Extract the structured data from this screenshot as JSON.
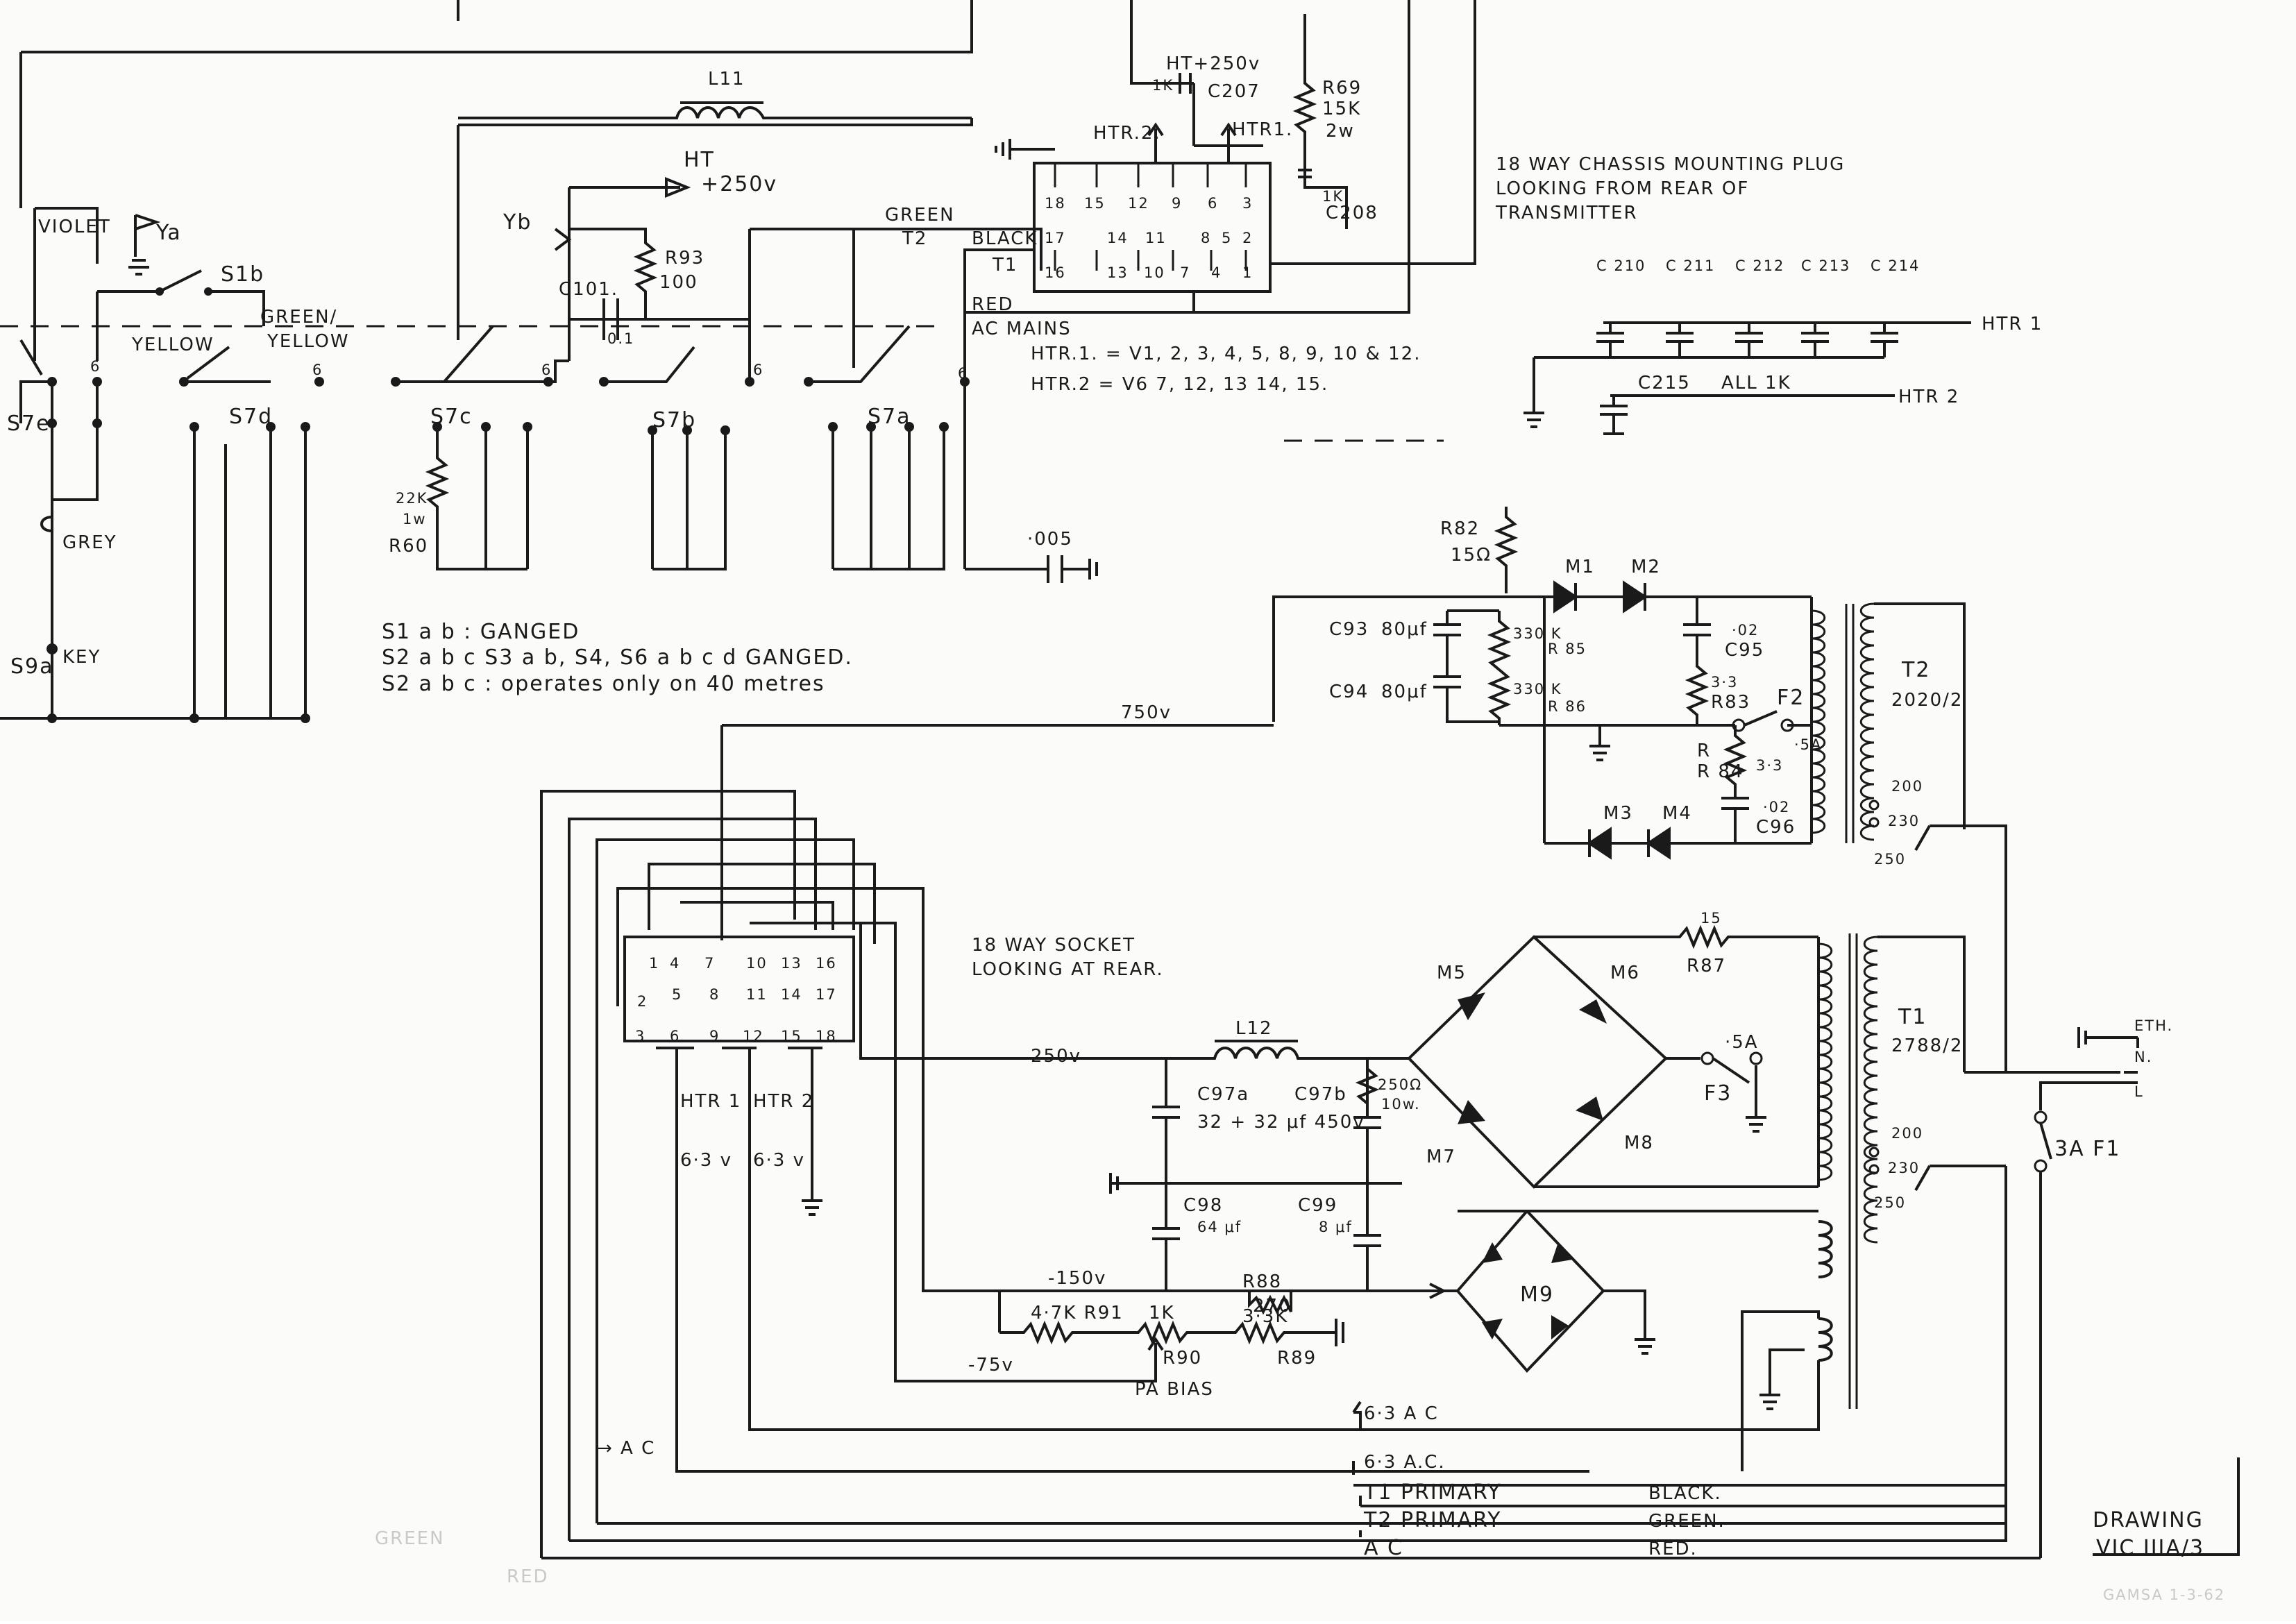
{
  "heater_plug": {
    "title_line1": "18 WAY CHASSIS MOUNTING PLUG",
    "title_line2": "LOOKING FROM REAR OF",
    "title_line3": "TRANSMITTER",
    "pins_top": [
      "18",
      "15",
      "12",
      "9",
      "6",
      "3"
    ],
    "pins_mid": [
      "17",
      "14",
      "11",
      "8",
      "5",
      "2"
    ],
    "pins_bot": [
      "16",
      "13",
      "10",
      "7",
      "4",
      "1"
    ],
    "ht_label": "HT+250v",
    "htr2_label": "HTR.2.",
    "htr1_label": "HTR1.",
    "r69_label": "R69",
    "r69_value": "15K",
    "r69_power": "2w",
    "c207_label": "C207",
    "c207_value": "1K",
    "c208_label": "C208",
    "c208_value": "1K",
    "green": "GREEN",
    "t2": "T2",
    "black": "BLACK",
    "t1": "T1",
    "red": "RED",
    "ac_mains": "AC MAINS",
    "htr1_valves": "HTR.1. = V1, 2, 3, 4, 5, 8, 9, 10 & 12.",
    "htr2_valves": "HTR.2 = V6 7, 12, 13 14, 15."
  },
  "decoupling_bank": {
    "capacitors": [
      "C 210",
      "C 211",
      "C 212",
      "C 213",
      "C 214"
    ],
    "htr1_line": "HTR 1",
    "c215_label": "C215",
    "all_1k": "ALL 1K",
    "htr2_line": "HTR 2"
  },
  "switch_section": {
    "l11": "L11",
    "ht": "HT",
    "ht_voltage": "+250v",
    "violet": "VIOLET",
    "ya": "Ya",
    "yb": "Yb",
    "s1b": "S1b",
    "yellow": "YELLOW",
    "green_yellow_1": "GREEN/",
    "green_yellow_2": "YELLOW",
    "c101": "C101.",
    "c101_value": "0.1",
    "r93": "R93",
    "r93_value": "100",
    "s7e": "S7e",
    "s7d": "S7d",
    "s7c": "S7c",
    "s7b": "S7b",
    "s7a": "S7a",
    "six": "6",
    "r60_value": "22K",
    "r60_power": "1w",
    "r60": "R60",
    "c_005": "·005",
    "grey": "GREY",
    "key": "KEY",
    "s9a": "S9a",
    "note1": "S1 a b : GANGED",
    "note2": "S2 a b c  S3 a b, S4, S6 a b c d  GANGED.",
    "note3": "S2 a b c : operates only on 40 metres"
  },
  "power_supply_750": {
    "r82": "R82",
    "r82_value": "15Ω",
    "c93": "C93",
    "c93_value": "80μf",
    "c94": "C94",
    "c94_value": "80μf",
    "r85_value": "330 K",
    "r85": "R 85",
    "r86_value": "330 K",
    "r86": "R 86",
    "m1": "M1",
    "m2": "M2",
    "m3": "M3",
    "m4": "M4",
    "c95_value": "·02",
    "c95": "C95",
    "r83_value": "3·3",
    "r83": "R83",
    "f2": "F2",
    "f2_rating": "·5A",
    "r84": "R 84",
    "r84_value": "3·3",
    "c96_value": "·02",
    "c96": "C96",
    "t2": "T2",
    "t2_part": "2020/2",
    "tap_200": "200",
    "tap_230": "230",
    "tap_250": "250",
    "v750": "750v"
  },
  "socket": {
    "title_line1": "18 WAY SOCKET",
    "title_line2": "LOOKING AT REAR.",
    "row1": [
      "1",
      "4",
      "7",
      "10",
      "13",
      "16"
    ],
    "row2": [
      "2",
      "5",
      "8",
      "11",
      "14",
      "17"
    ],
    "row3": [
      "3",
      "6",
      "9",
      "12",
      "15",
      "18"
    ],
    "htr1": "HTR 1",
    "htr1_v": "6·3 v",
    "htr2": "HTR 2",
    "htr2_v": "6·3 v",
    "v250": "250v"
  },
  "power_supply_250": {
    "l12": "L12",
    "c97a": "C97a",
    "c97b": "C97b",
    "c97_value": "32 + 32 μf 450v",
    "r_250": "250Ω",
    "r_250_power": "10w.",
    "m5": "M5",
    "m6": "M6",
    "m7": "M7",
    "m8": "M8",
    "m9": "M9",
    "r87_value": "15",
    "r87": "R87",
    "f3": "F3",
    "f3_rating": "·5A",
    "t1": "T1",
    "t1_part": "2788/2",
    "tap_200": "200",
    "tap_230": "230",
    "tap_250": "250",
    "eth": "ETH.",
    "n": "N.",
    "l": "L",
    "f1": "3A F1",
    "c98": "C98",
    "c98_value": "64 μf",
    "c99": "C99",
    "c99_value": "8 μf",
    "v_minus150": "-150v",
    "r88": "R88",
    "r88_value": "270",
    "r91": "4·7K R91",
    "r90_value": "1K",
    "r90": "R90",
    "r89_value": "3·3K",
    "r89": "R89",
    "v_minus75": "-75v",
    "pa_bias": "PA BIAS"
  },
  "wiring_legend": {
    "rows": [
      {
        "label": "6·3 A C",
        "colour": ""
      },
      {
        "label": "6·3 A.C.",
        "colour": ""
      },
      {
        "label": "T1 PRIMARY",
        "colour": "BLACK."
      },
      {
        "label": "T2 PRIMARY",
        "colour": "GREEN."
      },
      {
        "label": "A C",
        "colour": "RED."
      }
    ],
    "ac_arrow": "→ A C"
  },
  "title_block": {
    "drawing": "DRAWING",
    "number": "VIC IIIA/3",
    "credit": "GAMSA  1-3-62"
  },
  "faint_marks": [
    "GREEN",
    "RED"
  ]
}
